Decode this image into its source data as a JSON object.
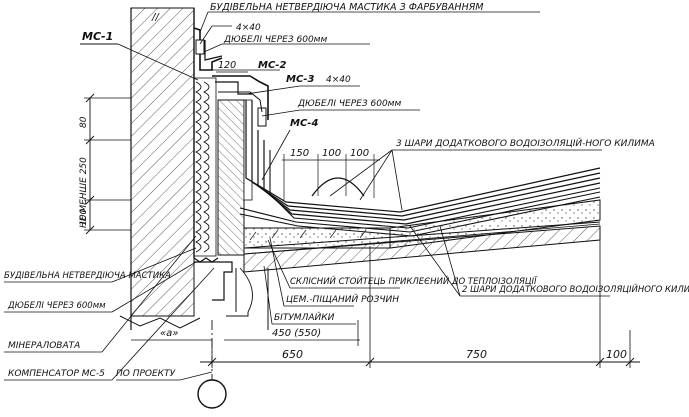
{
  "labels": {
    "top_mastic": "БУДІВЕЛЬНА НЕТВЕРДІЮЧА МАСТИКА З ФАРБУВАННЯМ",
    "strip_4x40_top": "4×40",
    "dowels_600_top": "ДЮБЕЛІ ЧЕРЕЗ 600мм",
    "mc1": "МС-1",
    "dim_120": "120",
    "mc2": "МС-2",
    "mc3": "МС-3",
    "strip_4x40_mid": "4×40",
    "dowels_600_mid": "ДЮБЕЛІ ЧЕРЕЗ 600мм",
    "mc4": "МС-4",
    "dim_150": "150",
    "dim_100_a": "100",
    "dim_100_b": "100",
    "three_layers": "3 ШАРИ ДОДАТКОВОГО ВОДОІЗОЛЯЦІЙ-НОГО КИЛИМА",
    "vert_min_250": "НЕ МЕНШЕ 250",
    "vert_80": "80",
    "vert_100": "100",
    "left_mastic": "БУДІВЕЛЬНА НЕТВЕРДІЮЧА МАСТИКА",
    "left_dowels": "ДЮБЕЛІ ЧЕРЕЗ 600мм",
    "mineral_wool": "МІНЕРАЛОВАТА",
    "compensator": "КОМПЕНСАТОР МС-5",
    "glass_fence": "СКЛІСНИЙ СТОЙТЕЦЬ ПРИКЛЕЄНИЙ ДО ТЕПЛОІЗОЛЯЦІЇ",
    "cement_sand": "ЦЕМ.-ПІЩАНИЙ РОЗЧИН",
    "bitumen": "БІТУМЛАЙКИ",
    "dim_450": "450 (550)",
    "two_layers": "2 ШАРИ ДОДАТКОВОГО ВОДОІЗОЛЯЦІЙНОГО КИЛИМА",
    "a_mark": "«а»",
    "per_project": "ПО ПРОЕКТУ",
    "dim_650": "650",
    "dim_750": "750",
    "dim_100_c": "100"
  }
}
